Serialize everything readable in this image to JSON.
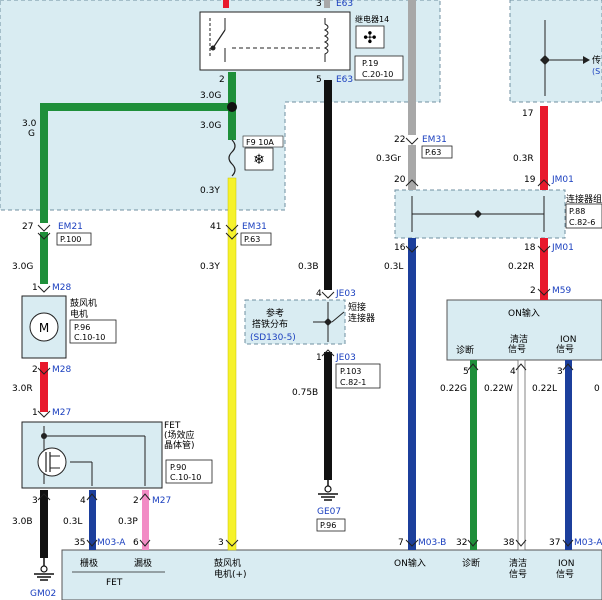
{
  "relay": {
    "title": "继电器14",
    "pin_top": "3",
    "pin_top_conn": "E63",
    "pin_left_bottom": "2",
    "pin_right_bottom": "5",
    "pin_right_bottom_conn": "E63",
    "ref_page": "P.19",
    "ref_conn": "C.20-10"
  },
  "fuse": {
    "label": "F9 10A"
  },
  "wires": {
    "w_3_0G_top": "3.0G",
    "w_3_0G_left": "3.0\nG",
    "w_3_0G_mid": "3.0G",
    "w_0_3Y_fuse": "0.3Y",
    "w_3_0G_em21": "3.0G",
    "w_0_3Y_em31": "0.3Y",
    "w_0_3B": "0.3B",
    "w_0_75B": "0.75B",
    "w_3_0R": "3.0R",
    "w_3_0B": "3.0B",
    "w_0_3L_fet": "0.3L",
    "w_0_3P": "0.3P",
    "w_0_3Gr": "0.3Gr",
    "w_0_3R": "0.3R",
    "w_0_3L": "0.3L",
    "w_0_22R": "0.22R",
    "w_0_22G": "0.22G",
    "w_0_22W": "0.22W",
    "w_0_22L": "0.22L",
    "w_0_partial": "0"
  },
  "connectors": {
    "em21_pin": "27",
    "em21": "EM21",
    "em21_page": "P.100",
    "em31_pin": "41",
    "em31": "EM31",
    "em31_page": "P.63",
    "em31b_pin": "22",
    "em31b": "EM31",
    "em31b_page": "P.63",
    "m28_pin1": "1",
    "m28a": "M28",
    "m28_pin2": "2",
    "m28b": "M28",
    "m27_pin1": "1",
    "m27a": "M27",
    "m27_pin3": "3",
    "m27_pin4": "4",
    "m27_pin2": "2",
    "m27b": "M27",
    "je03_pin4": "4",
    "je03a": "JE03",
    "je03_pin1": "1",
    "je03b": "JE03",
    "je03_page": "P.103",
    "je03_conn": "C.82-1",
    "ge07": "GE07",
    "ge07_page": "P.96",
    "gm02": "GM02",
    "jm01_top_pin": "19",
    "jm01a": "JM01",
    "jm01_bot_pin": "18",
    "jm01b": "JM01",
    "pin20": "20",
    "pin16": "16",
    "pin17": "17",
    "m59_pin": "2",
    "m59": "M59",
    "m03a_pin35": "35",
    "m03a": "M03-A",
    "m03a_pin6": "6",
    "pin3_bottom": "3",
    "m03b_pin7": "7",
    "m03b": "M03-B",
    "m03b_pin32": "32",
    "pin38": "38",
    "pin37": "37",
    "m03a_right": "M03-A",
    "on_pin5": "5",
    "on_pin4": "4",
    "on_pin3": "3"
  },
  "motor": {
    "name": "鼓风机\n电机",
    "page": "P.96",
    "conn": "C.10-10",
    "symbol": "M"
  },
  "fet": {
    "name": "FET\n(场效应\n晶体管)",
    "page": "P.90",
    "conn": "C.10-10"
  },
  "splice": {
    "left_text": "参考\n搭铁分布",
    "ref": "(SD130-5)",
    "right_text": "短接\n连接器"
  },
  "joint_right": {
    "name": "连接器组",
    "page": "P.88",
    "conn": "C.82-6"
  },
  "on_module": {
    "title": "ON输入",
    "col1": "诊断",
    "col2": "清洁\n信号",
    "col3": "ION\n信号"
  },
  "right_top": {
    "label": "传",
    "sub": "(S"
  },
  "bottom_module": {
    "grid": "栅极",
    "drain": "漏极",
    "fet": "FET",
    "blower": "鼓风机\n电机(+)",
    "on_input": "ON输入",
    "diag": "诊断",
    "clean": "清洁\n信号",
    "ion": "ION\n信号"
  },
  "colors": {
    "panel": "#d9ecf2",
    "green": "#1e8f3a",
    "yellow": "#f6f22a",
    "red": "#e8192c",
    "black": "#111111",
    "gray": "#a8a8a8",
    "blue": "#1c3f9c",
    "pink": "#f28cc5",
    "white": "#ffffff",
    "label_blue": "#1a3fbf"
  }
}
